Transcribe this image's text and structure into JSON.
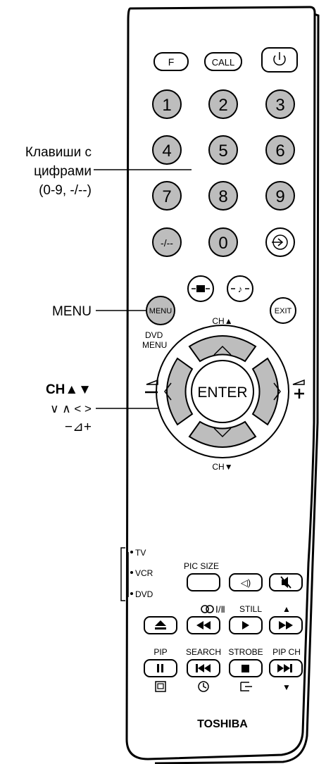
{
  "callouts": {
    "digit_keys_line1": "Клавиши с",
    "digit_keys_line2": "цифрами",
    "digit_keys_line3": "(0-9, -/--)",
    "menu": "MENU",
    "ch_up_down": "CH▲▼",
    "arrows": "∨ ∧ < >",
    "volume": "−⊿+"
  },
  "remote": {
    "top_buttons": [
      "F",
      "CALL"
    ],
    "digits": [
      "1",
      "2",
      "3",
      "4",
      "5",
      "6",
      "7",
      "8",
      "9",
      "-/--",
      "0"
    ],
    "menu_button": "MENU",
    "exit_button": "EXIT",
    "dvd_menu_line1": "DVD",
    "dvd_menu_line2": "MENU",
    "ch_up_label": "CH▲",
    "ch_down_label": "CH▼",
    "enter_button": "ENTER",
    "mode_switch": [
      "TV",
      "VCR",
      "DVD"
    ],
    "pic_size": "PIC SIZE",
    "dual_label": "Ⅰ/Ⅱ",
    "still_label": "STILL",
    "pip_label": "PIP",
    "search_label": "SEARCH",
    "strobe_label": "STROBE",
    "pip_ch_label": "PIP CH",
    "brand": "TOSHIBA"
  }
}
